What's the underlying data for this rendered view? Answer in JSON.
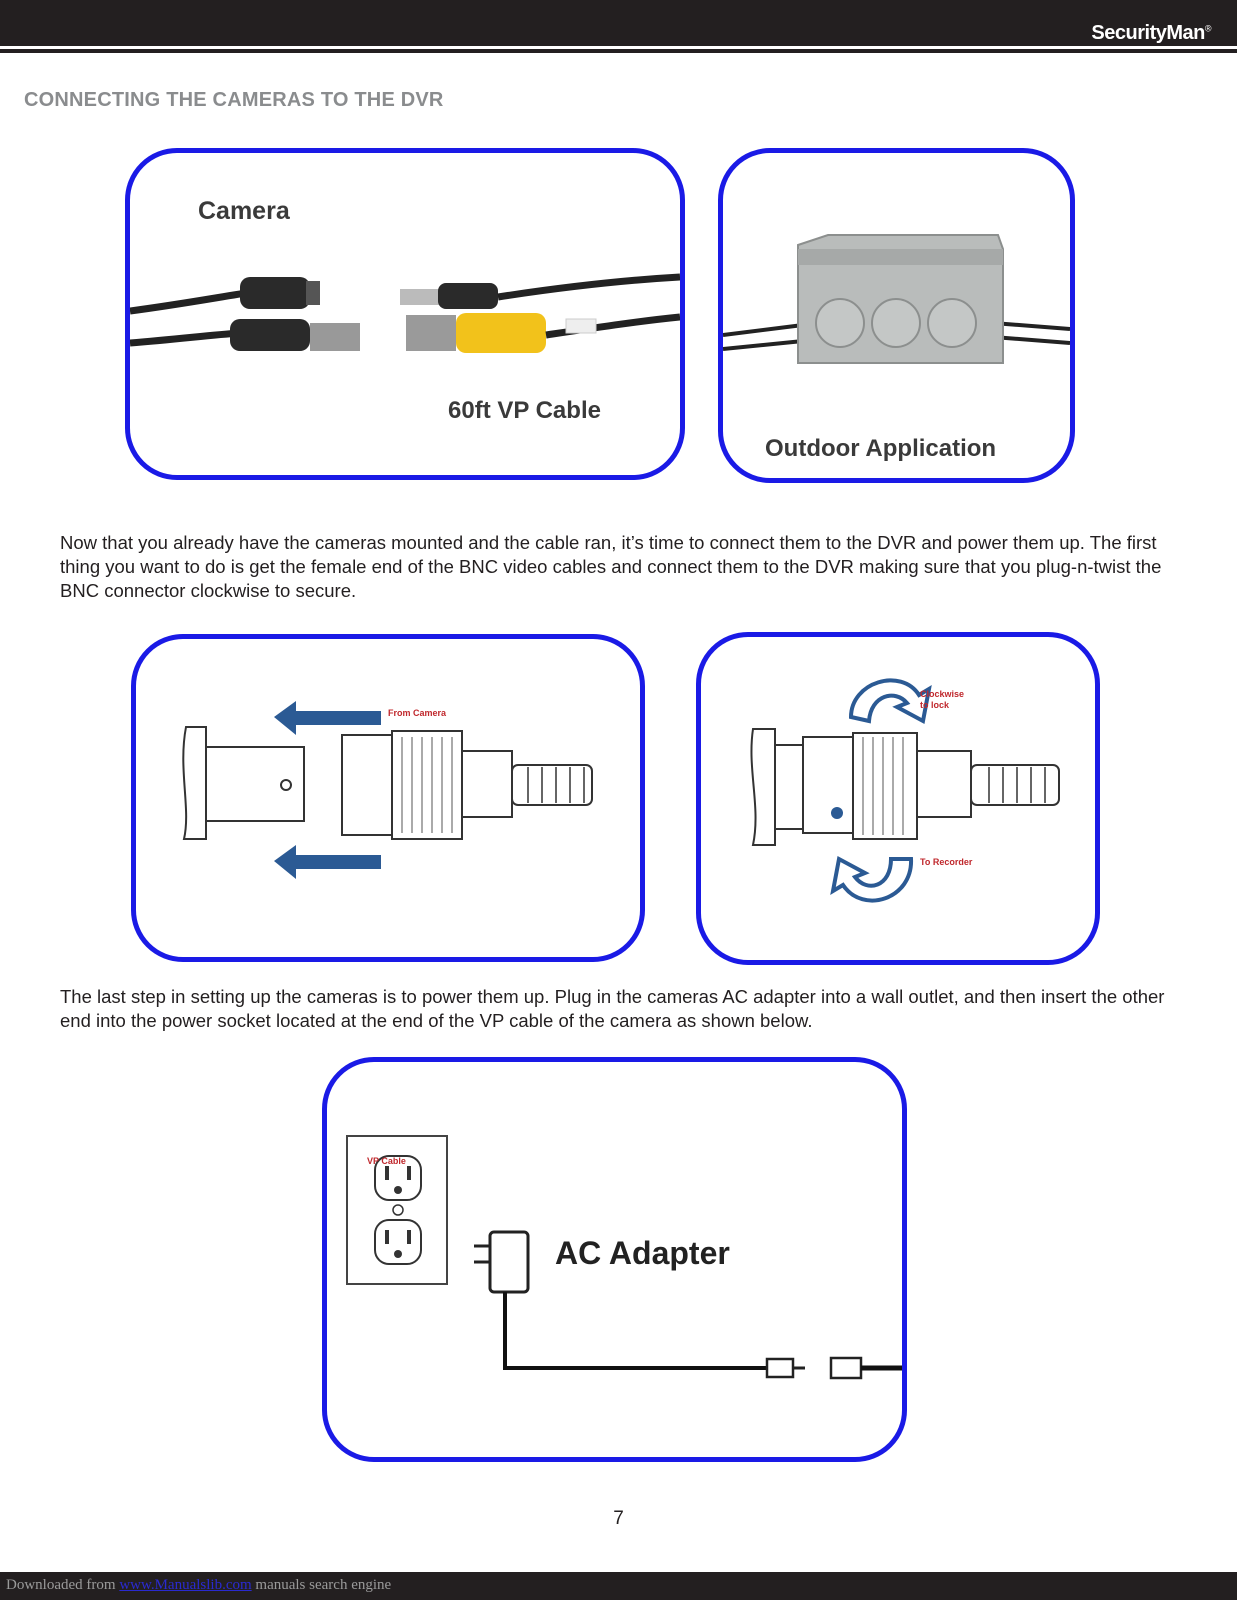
{
  "header": {
    "brand": "SecurityMan",
    "brand_mark": "®"
  },
  "section_title": "CONNECTING THE CAMERAS TO THE DVR",
  "figure1": {
    "camera_label": "Camera",
    "cable_label": "60ft VP Cable"
  },
  "figure2": {
    "outdoor_label": "Outdoor Application"
  },
  "paragraph1": "Now that you already have the cameras mounted and the cable ran, it’s time to connect them to the DVR and power them up.  The first thing you want to do is get the female end of the BNC video cables and connect them to the DVR making sure that you plug-n-twist the BNC connector clockwise to secure.",
  "figure3": {
    "from_camera": "From Camera"
  },
  "figure4": {
    "clockwise_line1": "Clockwise",
    "clockwise_line2": "to lock",
    "to_recorder": "To Recorder"
  },
  "paragraph2": "The last step in setting up the cameras is to power them up.  Plug in the cameras AC adapter into a wall outlet, and then insert the other end into the power socket located at the end of the VP cable of the camera as shown below.",
  "figure5": {
    "vp_cable": "VP Cable",
    "ac_adapter": "AC Adapter"
  },
  "page_number": "7",
  "footer": {
    "prefix": "Downloaded from ",
    "link": "www.Manualslib.com",
    "suffix": "  manuals search engine"
  },
  "colors": {
    "panel_border": "#1a1ae6",
    "arrow_blue": "#2b5a94",
    "label_red": "#c0282d",
    "cable_yellow": "#f2c21b"
  }
}
